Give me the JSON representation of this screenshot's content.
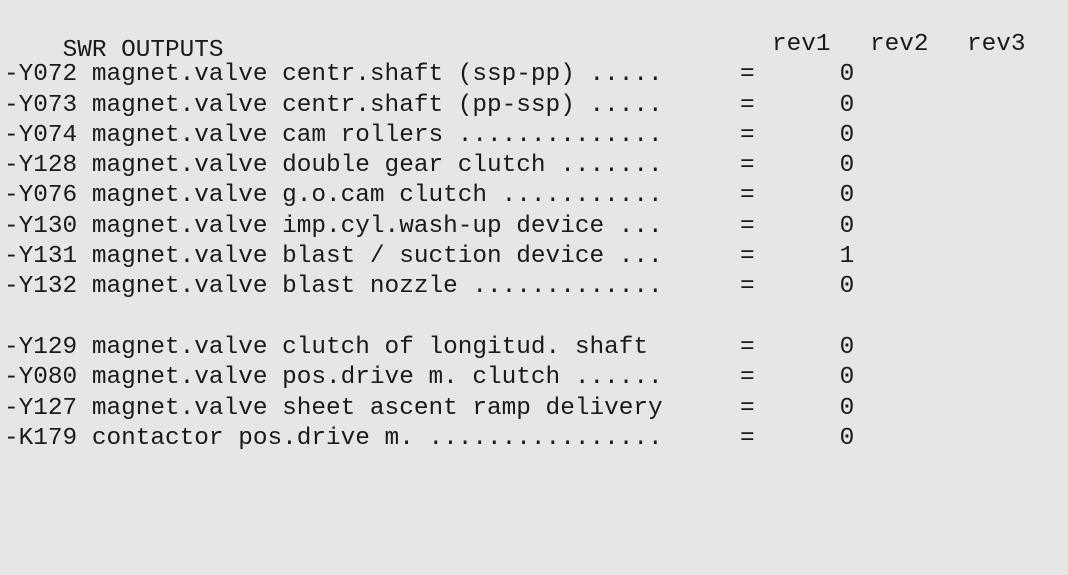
{
  "screen": {
    "title": "SWR OUTPUTS",
    "columns": [
      "rev1",
      "rev2",
      "rev3"
    ],
    "groups": [
      [
        {
          "desc": "-Y072 magnet.valve centr.shaft (ssp-pp) .....",
          "eq": "=",
          "rev1": "0"
        },
        {
          "desc": "-Y073 magnet.valve centr.shaft (pp-ssp) .....",
          "eq": "=",
          "rev1": "0"
        },
        {
          "desc": "-Y074 magnet.valve cam rollers ..............",
          "eq": "=",
          "rev1": "0"
        },
        {
          "desc": "-Y128 magnet.valve double gear clutch .......",
          "eq": "=",
          "rev1": "0"
        },
        {
          "desc": "-Y076 magnet.valve g.o.cam clutch ...........",
          "eq": "=",
          "rev1": "0"
        },
        {
          "desc": "-Y130 magnet.valve imp.cyl.wash-up device ...",
          "eq": "=",
          "rev1": "0"
        },
        {
          "desc": "-Y131 magnet.valve blast / suction device ...",
          "eq": "=",
          "rev1": "1"
        },
        {
          "desc": "-Y132 magnet.valve blast nozzle .............",
          "eq": "=",
          "rev1": "0"
        }
      ],
      [
        {
          "desc": "-Y129 magnet.valve clutch of longitud. shaft",
          "eq": "=",
          "rev1": "0"
        },
        {
          "desc": "-Y080 magnet.valve pos.drive m. clutch ......",
          "eq": "=",
          "rev1": "0"
        },
        {
          "desc": "-Y127 magnet.valve sheet ascent ramp delivery",
          "eq": "=",
          "rev1": "0"
        },
        {
          "desc": "-K179 contactor pos.drive m. ................",
          "eq": "=",
          "rev1": "0"
        }
      ]
    ]
  }
}
